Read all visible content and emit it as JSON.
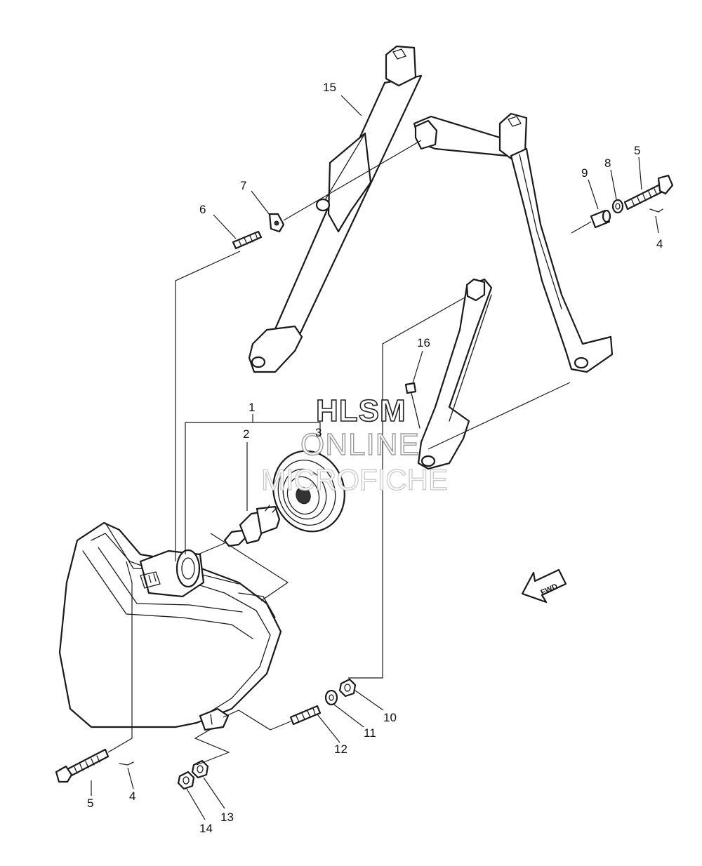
{
  "watermark": {
    "line1": "HLSM",
    "line2": "ONLINE",
    "line3": "MICROFICHE"
  },
  "fwd_arrow": {
    "label": "FWD"
  },
  "callouts": [
    {
      "id": "c15",
      "text": "15"
    },
    {
      "id": "c7",
      "text": "7"
    },
    {
      "id": "c6",
      "text": "6"
    },
    {
      "id": "c9",
      "text": "9"
    },
    {
      "id": "c8",
      "text": "8"
    },
    {
      "id": "c5a",
      "text": "5"
    },
    {
      "id": "c4a",
      "text": "4"
    },
    {
      "id": "c16",
      "text": "16"
    },
    {
      "id": "c1",
      "text": "1"
    },
    {
      "id": "c2",
      "text": "2"
    },
    {
      "id": "c3",
      "text": "3"
    },
    {
      "id": "c10",
      "text": "10"
    },
    {
      "id": "c11",
      "text": "11"
    },
    {
      "id": "c12",
      "text": "12"
    },
    {
      "id": "c5b",
      "text": "5"
    },
    {
      "id": "c4b",
      "text": "4"
    },
    {
      "id": "c13",
      "text": "13"
    },
    {
      "id": "c14",
      "text": "14"
    }
  ]
}
